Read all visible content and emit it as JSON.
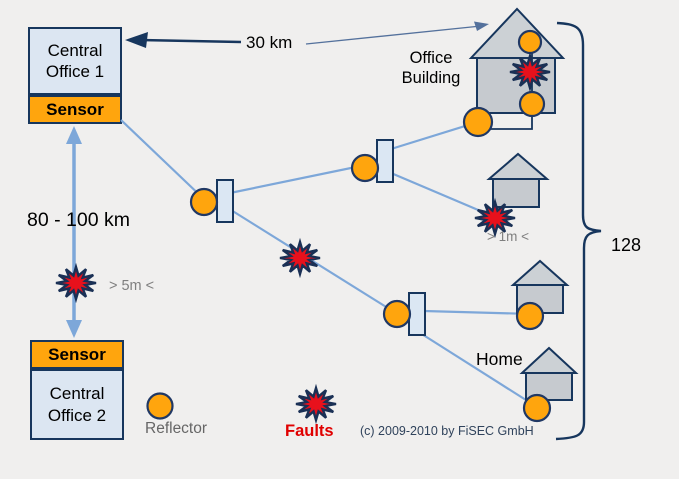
{
  "colors": {
    "background": "#f0efee",
    "navy": "#17365d",
    "box_fill": "#dce6f2",
    "sensor_fill": "#ffa50d",
    "reflector_fill": "#ffa50d",
    "fault_fill": "#e8111c",
    "line_blue": "#7da7d9",
    "splitter_fill": "#dbe7f3",
    "house_body_fill": "#c6cacf",
    "house_roof_fill": "#ccd1d5",
    "muted_text": "#7f7f7f",
    "faults_text": "#e00000",
    "copyright_text": "#30435c"
  },
  "nodes": {
    "central_office_1": {
      "title": "Central Office 1",
      "sensor": "Sensor"
    },
    "central_office_2": {
      "title": "Central Office 2",
      "sensor": "Sensor"
    },
    "office_building": {
      "label": "Office Building"
    },
    "home": {
      "label": "Home"
    }
  },
  "annotations": {
    "span_top": "30 km",
    "span_left": "80 - 100 km",
    "accuracy_office_side": "> 5m <",
    "accuracy_building_side": "> 1m <",
    "branch_count": "128"
  },
  "legend": {
    "reflector_label": "Reflector",
    "faults_label": "Faults",
    "copyright": "(c) 2009-2010 by FiSEC GmbH"
  }
}
